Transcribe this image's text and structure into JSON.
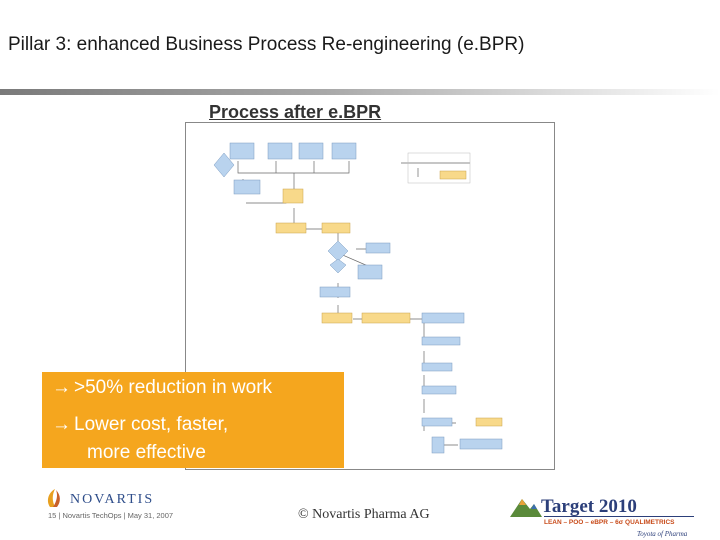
{
  "slide": {
    "title": "Pillar 3: enhanced Business Process Re-engineering (e.BPR)",
    "subtitle": "Process after e.BPR"
  },
  "callout": {
    "bullet_arrow": "→",
    "bullet1": ">50% reduction in work",
    "bullet2_line1": "Lower cost, faster,",
    "bullet2_line2": "more effective"
  },
  "footer": {
    "brand": "NOVARTIS",
    "page_info": "15 | Novartis TechOps | May 31, 2007",
    "copyright": "© Novartis Pharma AG",
    "target_title": "Target 2010",
    "target_subtitle": "LEAN – POO – eBPR – 6σ QUALIMETRICS",
    "target_tagline": "Toyota of Pharma"
  },
  "colors": {
    "accent_orange": "#f5a61e",
    "process_yellow": "#f8d98a",
    "process_blue": "#b9d3ee",
    "brand_blue": "#2c3f7a"
  }
}
